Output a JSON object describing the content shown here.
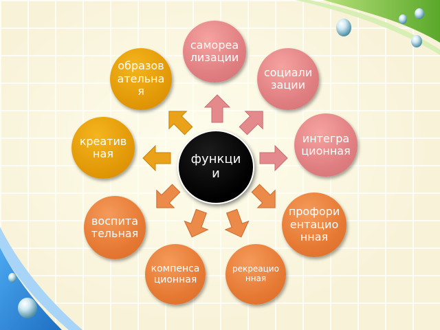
{
  "diagram": {
    "center": {
      "label": "функции"
    },
    "nodes": [
      {
        "id": "self",
        "label": "самореализации"
      },
      {
        "id": "soc",
        "label": "социализации"
      },
      {
        "id": "int",
        "label": "интеграционная"
      },
      {
        "id": "prof",
        "label": "профориентационная"
      },
      {
        "id": "rec",
        "label": "рекреационная"
      },
      {
        "id": "comp",
        "label": "компенсационная"
      },
      {
        "id": "edu",
        "label": "воспитательная"
      },
      {
        "id": "cre",
        "label": "креативная"
      },
      {
        "id": "obr",
        "label": "образовательная"
      }
    ]
  },
  "colors": {
    "pink": "#e07f82",
    "gold": "#e39a08",
    "orange": "#e67a34",
    "center": "#000000",
    "accent_green": "#7ac13a",
    "accent_blue": "#3a8fd8"
  }
}
